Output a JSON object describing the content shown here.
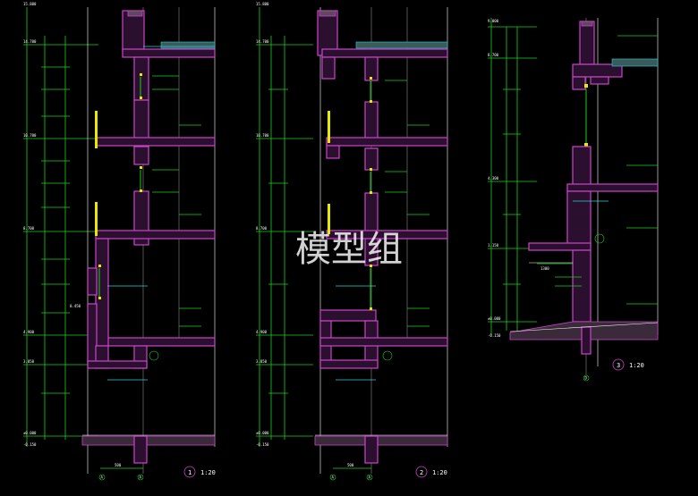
{
  "watermark": "模型组",
  "details": [
    {
      "number": "1",
      "scale": "1:20",
      "elevations": [
        "15.800",
        "14.700",
        "10.700",
        "8.700",
        "4.900",
        "3.850",
        "±0.000",
        "-0.150"
      ],
      "axes": [
        "A",
        "A"
      ],
      "dim_bottom": "500",
      "note": "0.450"
    },
    {
      "number": "2",
      "scale": "1:20",
      "elevations": [
        "15.800",
        "14.700",
        "10.700",
        "8.700",
        "4.900",
        "3.850",
        "±0.000",
        "-0.150"
      ],
      "axes": [
        "A",
        "A"
      ],
      "dim_bottom": "500"
    },
    {
      "number": "3",
      "scale": "1:20",
      "elevations": [
        "9.000",
        "8.700",
        "4.300",
        "1.150",
        "±0.000",
        "-0.150"
      ],
      "axes": [
        "D"
      ],
      "dim_bottom": "1300"
    }
  ],
  "colors": {
    "wall": "#cc44cc",
    "dimension": "#19d11b",
    "window": "#e8e800",
    "roof": "#2ad1d6",
    "background": "#000000"
  }
}
